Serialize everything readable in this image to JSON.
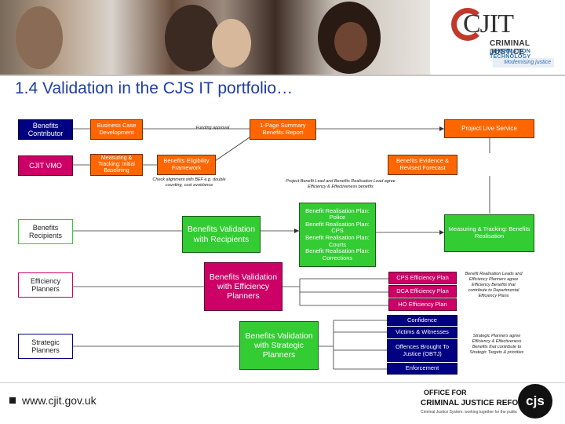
{
  "title": "1.4 Validation in the CJS IT portfolio…",
  "logo": {
    "letters": "CJIT",
    "line1": "CRIMINAL JUSTICE",
    "line2": "INFORMATION TECHNOLOGY",
    "tagline": "Modernising justice"
  },
  "rows": {
    "benefits_contributor": "Benefits Contributor",
    "cjit_vmo": "CJIT VMO",
    "benefits_recipients": "Benefits Recipients",
    "efficiency_planners": "Efficiency Planners",
    "strategic_planners": "Strategic Planners"
  },
  "process": {
    "business_case": "Business Case Development",
    "funding_approval": "Funding approval",
    "summary_report": "1-Page Summary Benefits Report",
    "project_live": "Project Live Service",
    "measuring_initial": "Measuring & Tracking: Initial Baselining",
    "eligibility": "Benefits Eligibility Framework",
    "check_alignment": "Check alignment with BEF e.g. double counting, cost avoidance",
    "evidence": "Benefits Evidence & Revised Forecast",
    "agree_note": "Project Benefit Lead and Benefits Realisation Lead agree Efficiency & Effectiveness benefits",
    "validation_recipients": "Benefits Validation with Recipients",
    "realisation_plans": [
      "Benefit Realisation Plan: Police",
      "Benefit Realisation Plan: CPS",
      "Benefit Realisation Plan: Courts",
      "Benefit Realisation Plan: Corrections"
    ],
    "measuring_realisation": "Measuring & Tracking: Benefits Realisation",
    "validation_efficiency": "Benefits Validation with Efficiency Planners",
    "efficiency_plans": [
      "CPS Efficiency Plan",
      "DCA Efficiency Plan",
      "HO Efficiency Plan"
    ],
    "efficiency_note": "Benefit Realisation Leads and Efficiency Planners agree Efficiency Benefits that contribute to Departmental Efficiency Plans",
    "validation_strategic": "Benefits Validation with Strategic Planners",
    "confidence": "Confidence",
    "victims": "Victims & Witnesses",
    "obtj": "Offences Brought To Justice (OBTJ)",
    "enforcement": "Enforcement",
    "strategic_note": "Strategic Planners agree Efficiency & Effectiveness Benefits that contribute to Strategic Targets & priorities"
  },
  "footer": {
    "url": "www.cjit.gov.uk",
    "office_line1": "OFFICE FOR",
    "office_line2": "CRIMINAL JUSTICE REFORM",
    "office_tagline": "Criminal Justice System: working together for the public",
    "cjs_logo": "cjs"
  }
}
